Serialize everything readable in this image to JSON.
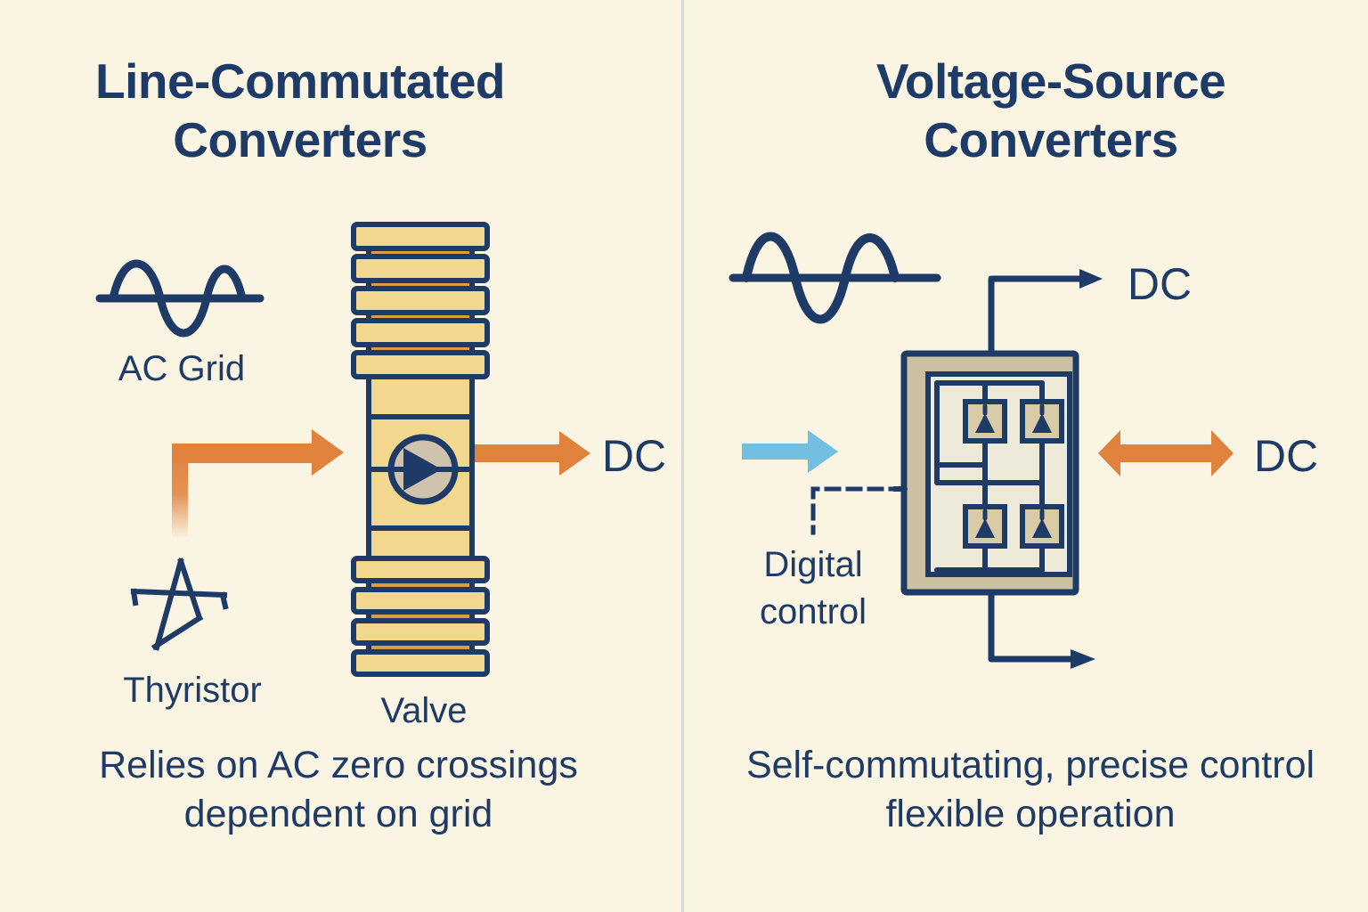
{
  "colors": {
    "background": "#faf4e2",
    "navy": "#1e3a66",
    "orange": "#e0813c",
    "slat_yellow": "#f2d88f",
    "band_orange": "#dc9c42",
    "circle_tan": "#cfc3ad",
    "box_tan": "#cbc1a2",
    "box_inner": "#edead9",
    "igbt_tan": "#d8cba6",
    "blue": "#72bfe2",
    "divider": "#d9d9d4"
  },
  "left_panel": {
    "title_line1": "Line-Commutated",
    "title_line2": "Converters",
    "ac_grid_label": "AC Grid",
    "thyristor_label": "Thyristor",
    "valve_label": "Valve",
    "dc_label": "DC",
    "caption_line1": "Relies on AC zero crossings",
    "caption_line2": "dependent on grid",
    "icons": [
      "ac-sine-wave-icon",
      "thyristor-pylon-icon",
      "valve-tower-graphic",
      "orange-flow-arrow",
      "orange-dc-arrow"
    ]
  },
  "right_panel": {
    "title_line1": "Voltage-Source",
    "title_line2": "Converters",
    "dc_top_label": "DC",
    "dc_side_label": "DC",
    "digital_control_line1": "Digital",
    "digital_control_line2": "control",
    "caption_line1": "Self-commutating, precise control",
    "caption_line2": "flexible operation",
    "icons": [
      "ac-sine-wave-icon",
      "converter-box-graphic",
      "igbt-cells",
      "blue-control-arrow",
      "dashed-control-line",
      "dc-top-arrow",
      "dc-bottom-arrow",
      "orange-double-arrow"
    ]
  }
}
